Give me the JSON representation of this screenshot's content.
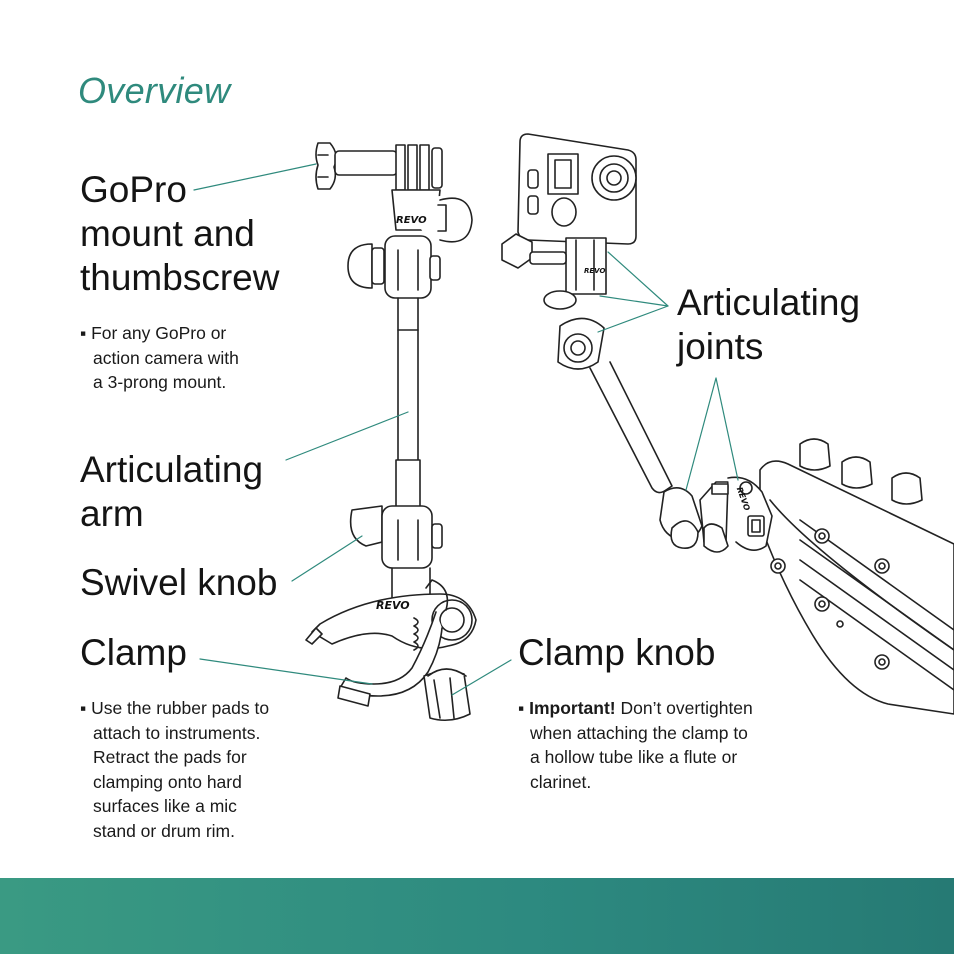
{
  "title": "Overview",
  "labels": {
    "gopro_mount": [
      "GoPro",
      "mount and",
      "thumbscrew"
    ],
    "articulating_arm": [
      "Articulating",
      "arm"
    ],
    "swivel_knob": "Swivel knob",
    "clamp": "Clamp",
    "articulating_joints": [
      "Articulating",
      "joints"
    ],
    "clamp_knob": "Clamp knob"
  },
  "notes": {
    "gopro": [
      "▪ For any GoPro or",
      "action camera with",
      "a 3-prong mount."
    ],
    "clamp": [
      "▪ Use the rubber pads to",
      "attach to instruments.",
      "Retract the pads for",
      "clamping onto hard",
      "surfaces like a mic",
      "stand or drum rim."
    ],
    "clamp_knob": {
      "bullet": "▪ ",
      "emphasis": "Important!",
      "first_line_rest": " Don’t overtighten",
      "rest": [
        "when attaching the clamp to",
        "a hollow tube like a flute or",
        "clarinet."
      ]
    }
  },
  "logos": {
    "brand": "REVO"
  },
  "colors": {
    "accent": "#2f8a7d",
    "footer": "#2d8a80",
    "leader": "#2f8a7d"
  }
}
